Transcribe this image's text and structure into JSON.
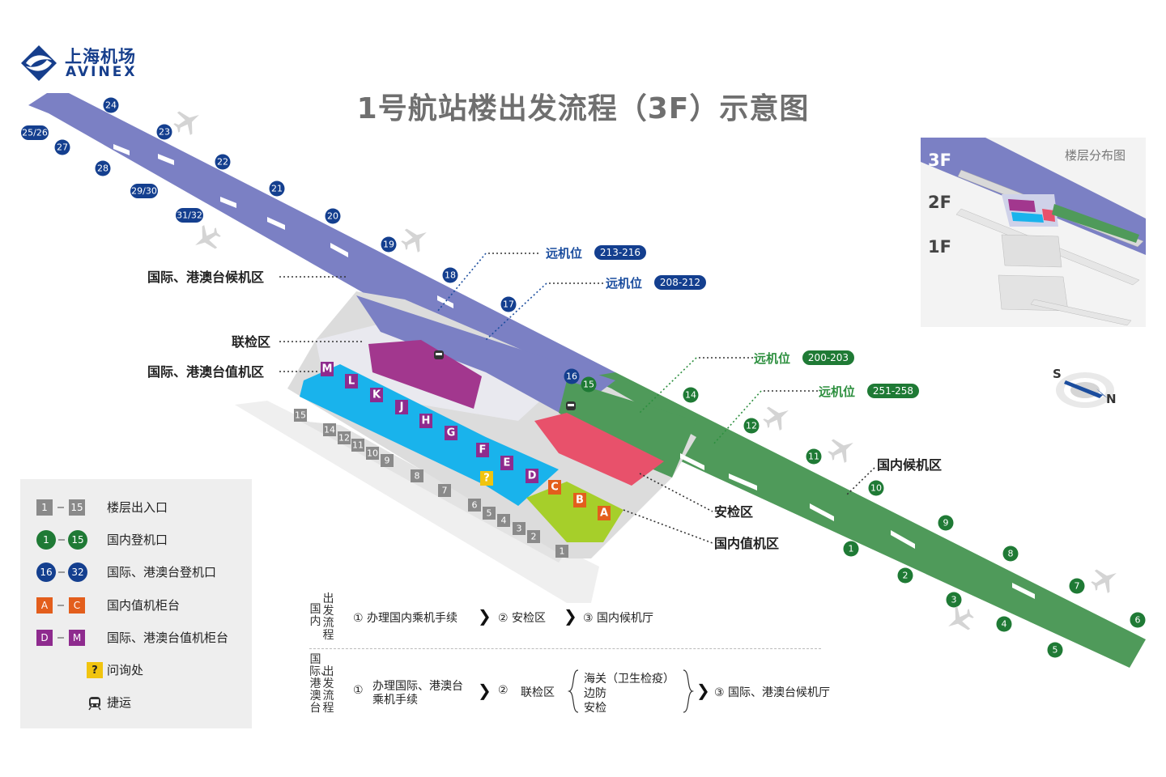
{
  "logo": {
    "cn": "上海机场",
    "en": "AVINEX"
  },
  "title": "1号航站楼出发流程（3F）示意图",
  "colors": {
    "intl_pier": "#7b80c4",
    "dom_pier": "#4f9a5a",
    "intl_checkin": "#19b3ec",
    "dom_checkin": "#a6cf2a",
    "joint_inspection": "#a2378e",
    "security": "#e8516b",
    "blue_badge": "#143f8f",
    "green_badge": "#1f7a35",
    "entrance_badge": "#8a8a8a",
    "purple_zone": "#8e2b8e",
    "orange_zone": "#e35e1c",
    "info": "#f1c40f"
  },
  "map": {
    "intl_gates": [
      "24",
      "23",
      "25/26",
      "27",
      "28",
      "22",
      "21",
      "29/30",
      "31/32",
      "20",
      "19",
      "18",
      "17",
      "16"
    ],
    "dom_gates": [
      "15",
      "14",
      "12",
      "11",
      "10",
      "9",
      "8",
      "7",
      "6",
      "5",
      "4",
      "3",
      "2",
      "1"
    ],
    "remote_stands": [
      {
        "label": "远机位",
        "range": "213-216",
        "group": "blue"
      },
      {
        "label": "远机位",
        "range": "208-212",
        "group": "blue"
      },
      {
        "label": "远机位",
        "range": "200-203",
        "group": "green"
      },
      {
        "label": "远机位",
        "range": "251-258",
        "group": "green"
      }
    ],
    "area_labels": {
      "intl_waiting": "国际、港澳台候机区",
      "joint_inspection": "联检区",
      "intl_checkin": "国际、港澳台值机区",
      "security": "安检区",
      "dom_checkin": "国内值机区",
      "dom_waiting": "国内候机区"
    },
    "checkin_zones": [
      "M",
      "L",
      "K",
      "J",
      "H",
      "G",
      "F",
      "E",
      "D",
      "C",
      "B",
      "A"
    ],
    "entrances": [
      "15",
      "14",
      "12",
      "11",
      "10",
      "9",
      "8",
      "7",
      "6",
      "5",
      "4",
      "3",
      "2",
      "1"
    ],
    "info_symbol": "?"
  },
  "legend": {
    "rows": [
      {
        "from": "1",
        "to": "15",
        "text": "楼层出入口"
      },
      {
        "from": "1",
        "to": "15",
        "text": "国内登机口"
      },
      {
        "from": "16",
        "to": "32",
        "text": "国际、港澳台登机口"
      },
      {
        "from": "A",
        "to": "C",
        "text": "国内值机柜台"
      },
      {
        "from": "D",
        "to": "M",
        "text": "国际、港澳台值机柜台"
      },
      {
        "symbol": "?",
        "text": "问询处"
      },
      {
        "text": "捷运"
      }
    ]
  },
  "flow": {
    "domestic": {
      "label_top": "出发",
      "label_main": "国内",
      "label_bottom": "流程",
      "steps": [
        "① 办理国内乘机手续",
        "② 安检区",
        "③ 国内候机厅"
      ]
    },
    "international": {
      "label_top": "出发",
      "label_main": "国际、港澳台",
      "label_bottom": "流程",
      "step1_line1": "办理国际、港澳台",
      "step1_line2": "乘机手续",
      "num1": "①",
      "num2": "②",
      "step2": "联检区",
      "checks": [
        "海关（卫生检疫）",
        "边防",
        "安检"
      ],
      "step3": "③ 国际、港澳台候机厅"
    }
  },
  "inset": {
    "title": "楼层分布图",
    "floors": [
      "3F",
      "2F",
      "1F"
    ]
  },
  "compass": {
    "south": "S",
    "north": "N"
  }
}
